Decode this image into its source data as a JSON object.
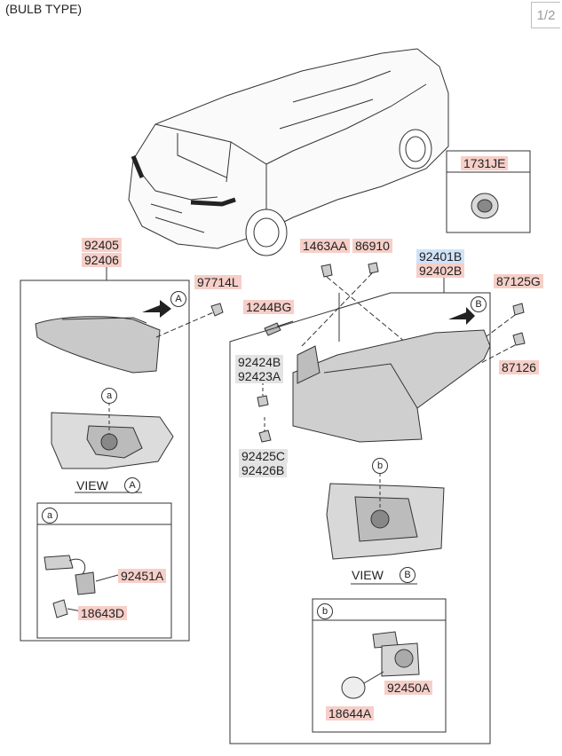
{
  "header": {
    "title": "(BULB TYPE)",
    "page": "1/2"
  },
  "parts": {
    "p1731JE": "1731JE",
    "p92405": "92405",
    "p92406": "92406",
    "p97714L": "97714L",
    "p1463AA": "1463AA",
    "p86910": "86910",
    "p92401B": "92401B",
    "p92402B": "92402B",
    "p87125G": "87125G",
    "p87126": "87126",
    "p1244BG": "1244BG",
    "p92424B": "92424B",
    "p92423A": "92423A",
    "p92425C": "92425C",
    "p92426B": "92426B",
    "p92451A": "92451A",
    "p18643D": "18643D",
    "p92450A": "92450A",
    "p18644A": "18644A"
  },
  "views": {
    "view_a_label": "VIEW",
    "view_b_label": "VIEW",
    "marker_A": "A",
    "marker_B": "B",
    "marker_a": "a",
    "marker_b": "b"
  },
  "colors": {
    "part_highlight": "#f6cfc8",
    "part_selected": "#cfe2f8",
    "part_neutral": "#e3e3e3"
  }
}
